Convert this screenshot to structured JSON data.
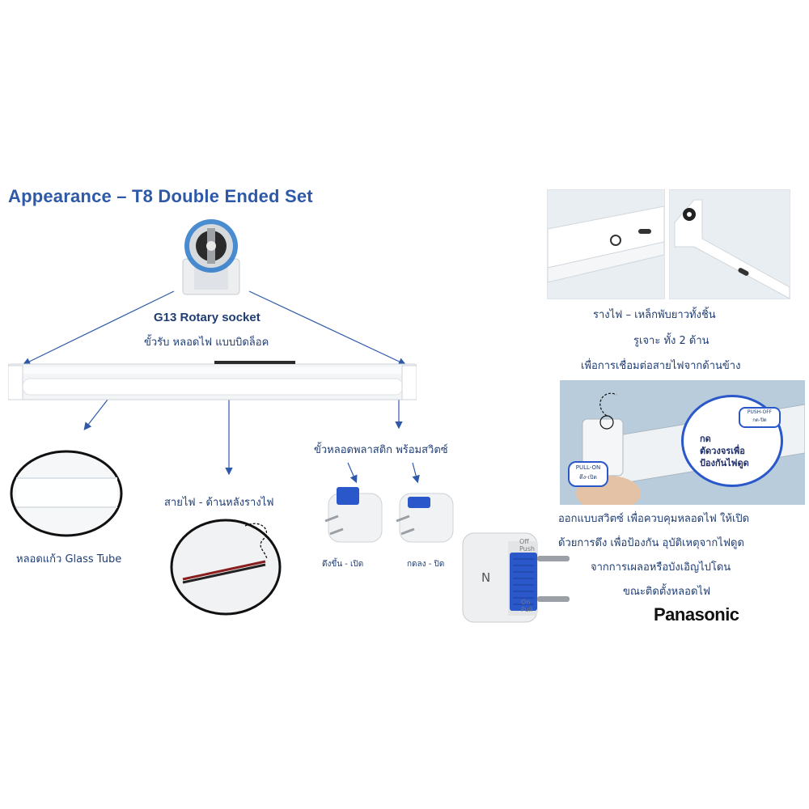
{
  "title": "Appearance – T8 Double Ended Set",
  "socket": {
    "name": "G13 Rotary socket",
    "desc": "ขั้วรับ หลอดไฟ แบบบิดล็อค"
  },
  "tube": {
    "label": "หลอดแก้ว Glass Tube"
  },
  "wire": {
    "label": "สายไฟ - ด้านหลังรางไฟ"
  },
  "plastic_cap": {
    "label": "ขั้วหลอดพลาสติก พร้อมสวิตซ์",
    "pull_label": "ดึงขึ้น - เปิด",
    "push_label": "กดลง - ปิด"
  },
  "switch_cap": {
    "n_mark": "N",
    "off_text": "Off\nPush",
    "on_text": "On\nPull"
  },
  "rail": {
    "line1": "รางไฟ – เหล็กพับยาวทั้งชิ้น",
    "line2": "รูเจาะ ทั้ง 2 ด้าน",
    "line3": "เพื่อการเชื่อมต่อสายไฟจากด้านข้าง"
  },
  "photo": {
    "pull_on_en": "PULL-ON",
    "pull_on_th": "ดึง-เปิด",
    "push_off_en": "PUSH-OFF",
    "push_off_th": "กด-ปิด",
    "bubble_line1": "กด",
    "bubble_line2": "ตัดวงจรเพื่อ",
    "bubble_line3": "ป้องกันไฟดูด"
  },
  "description": {
    "line1": "ออกแบบสวิตซ์ เพื่อควบคุมหลอดไฟ ให้เปิด",
    "line2": "ด้วยการดึง เพื่อป้องกัน อุบัติเหตุจากไฟดูด",
    "line3": "จากการเผลอหรือบังเอิญไปโดน",
    "line4": "ขณะติดตั้งหลอดไฟ"
  },
  "brand": "Panasonic",
  "colors": {
    "accent": "#2e59a8",
    "switch_blue": "#2a57c9",
    "text": "#1f3d73"
  }
}
